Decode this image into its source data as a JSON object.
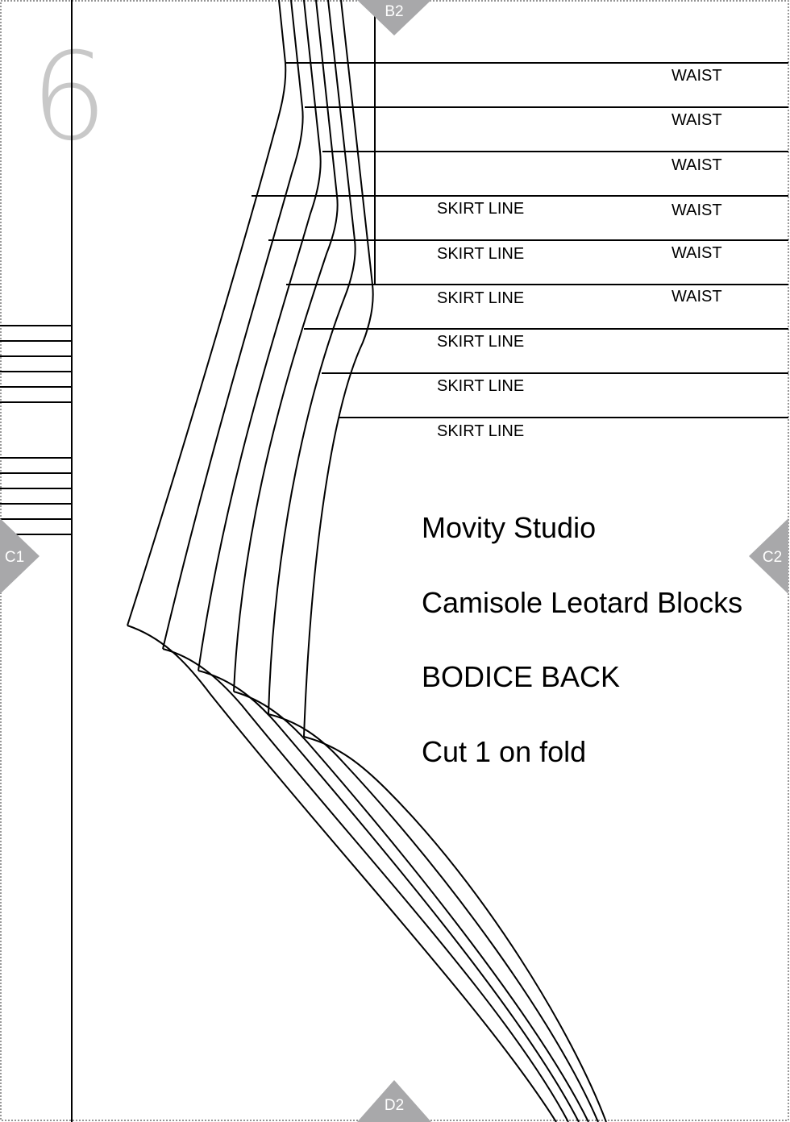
{
  "page_number": "6",
  "markers": {
    "top": "B2",
    "left": "C1",
    "right": "C2",
    "bottom": "D2"
  },
  "waist_labels": [
    "WAIST",
    "WAIST",
    "WAIST",
    "WAIST",
    "WAIST",
    "WAIST"
  ],
  "skirt_labels": [
    "SKIRT LINE",
    "SKIRT LINE",
    "SKIRT LINE",
    "SKIRT LINE",
    "SKIRT LINE",
    "SKIRT LINE"
  ],
  "title_block": {
    "brand": "Movity Studio",
    "product": "Camisole Leotard Blocks",
    "piece": "BODICE BACK",
    "instruction": "Cut 1 on fold"
  },
  "colors": {
    "lines": "#000000",
    "marker_fill": "#a8a8aa",
    "page_number": "#c8c8c8"
  }
}
